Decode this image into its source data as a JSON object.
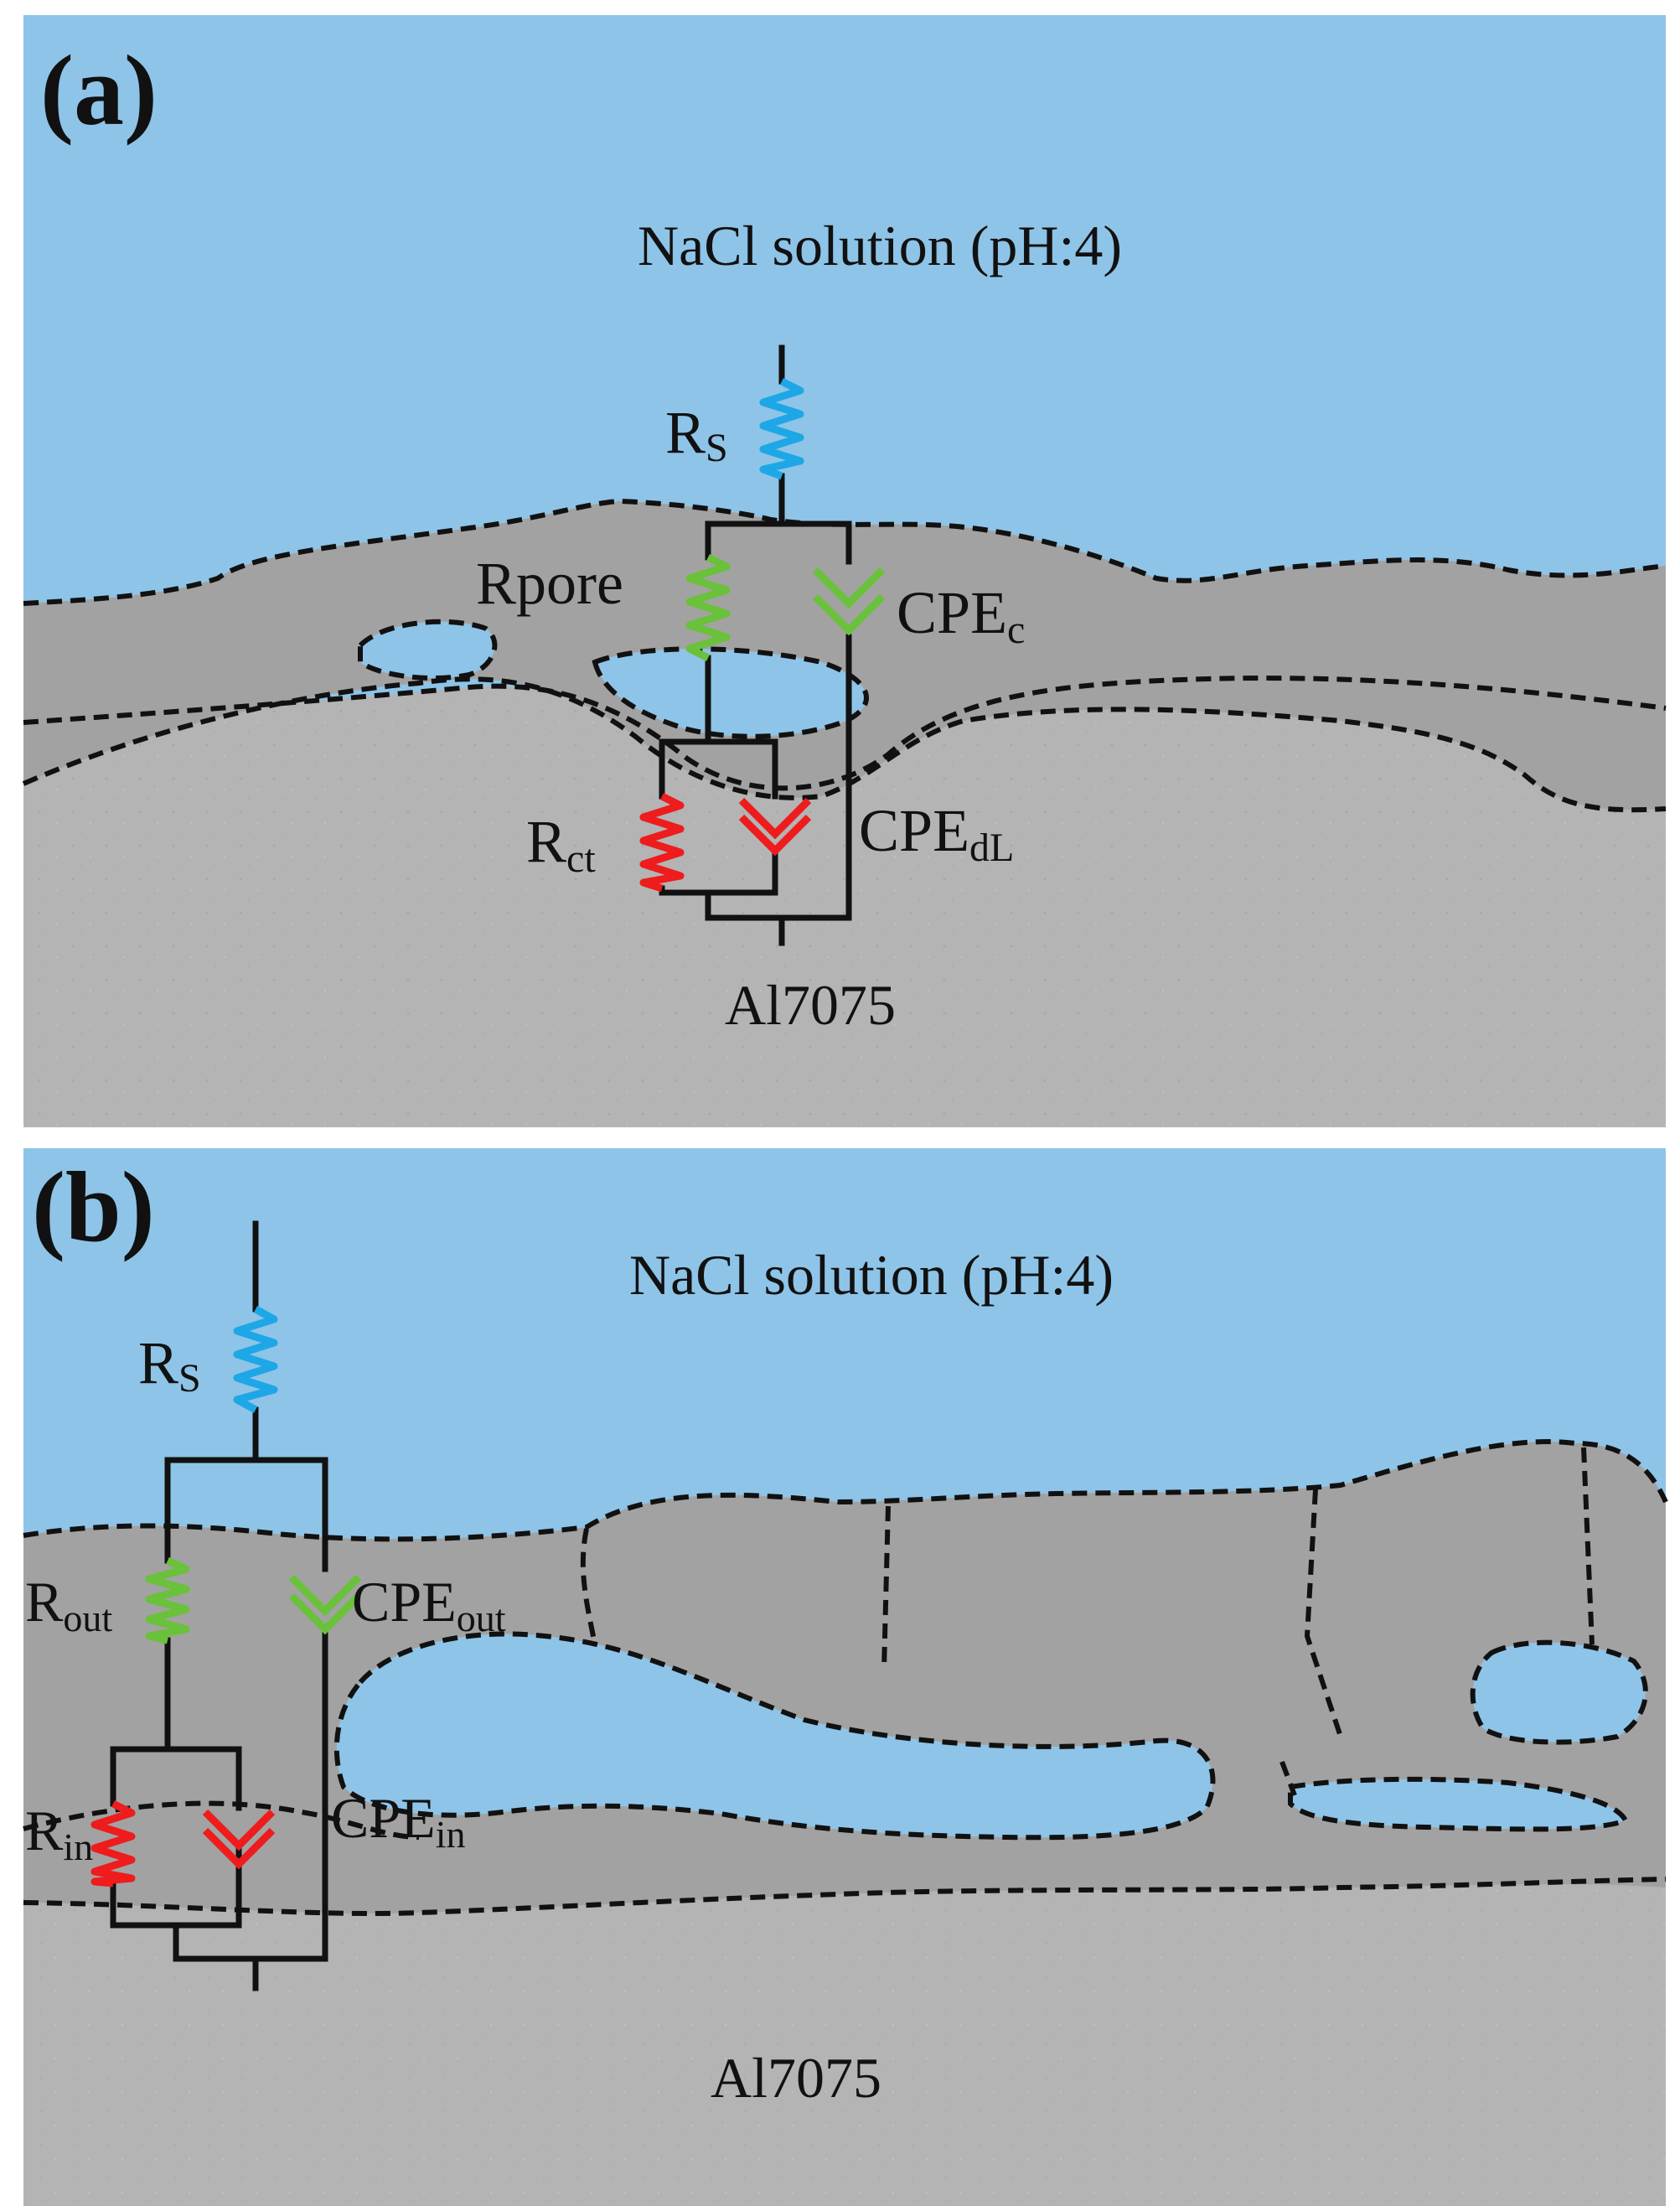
{
  "colors": {
    "solution": "#8ec4e7",
    "substrate": "#b4b4b4",
    "coating": "#a2a2a2",
    "wire": "#111111",
    "Rs_color": "#1ea7e6",
    "outer_color": "#6ac13a",
    "inner_color": "#ee1c1c"
  },
  "panel_a": {
    "letter": "(a)",
    "solution_label": "NaCl solution (pH:4)",
    "substrate_label": "Al7075",
    "Rs": {
      "main": "R",
      "sub": "S"
    },
    "Rpore": {
      "main": "Rpore",
      "sub": ""
    },
    "CPEc": {
      "main": "CPE",
      "sub": "c"
    },
    "Rct": {
      "main": "R",
      "sub": "ct"
    },
    "CPEdL": {
      "main": "CPE",
      "sub": "dL"
    }
  },
  "panel_b": {
    "letter": "(b)",
    "solution_label": "NaCl solution (pH:4)",
    "substrate_label": "Al7075",
    "Rs": {
      "main": "R",
      "sub": "S"
    },
    "Rout": {
      "main": "R",
      "sub": "out"
    },
    "CPEout": {
      "main": "CPE",
      "sub": "out"
    },
    "Rin": {
      "main": "R",
      "sub": "in"
    },
    "CPEin": {
      "main": "CPE",
      "sub": "in"
    }
  }
}
